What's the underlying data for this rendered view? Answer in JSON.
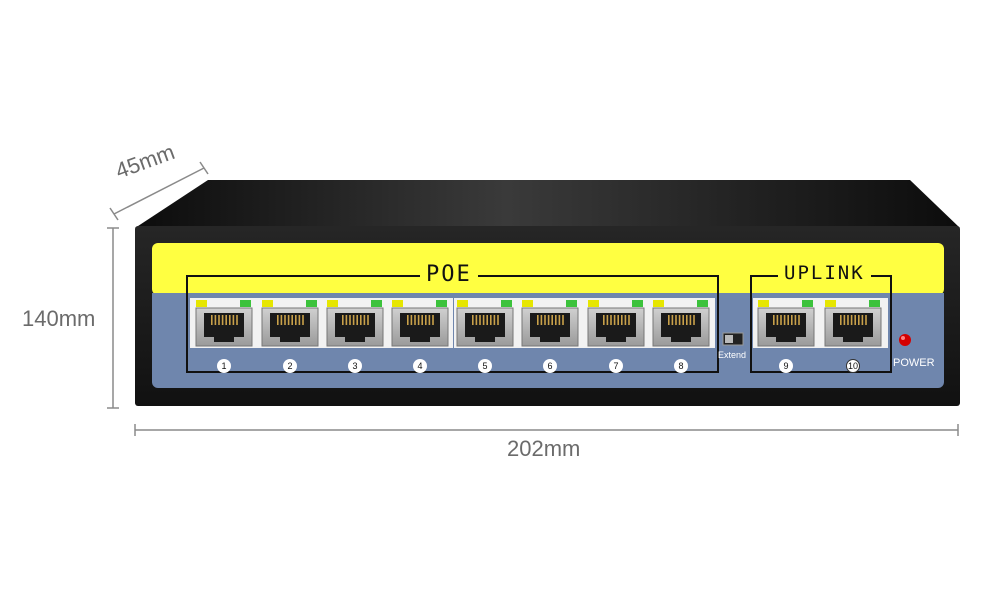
{
  "dimensions": {
    "depth": "45mm",
    "height": "140mm",
    "width": "202mm"
  },
  "panel": {
    "poe_label": "POE",
    "uplink_label": "UPLINK",
    "extend_label": "Extend",
    "power_label": "POWER",
    "poe_ports": [
      "1",
      "2",
      "3",
      "4",
      "5",
      "6",
      "7",
      "8"
    ],
    "uplink_ports": [
      "9",
      "10"
    ]
  },
  "colors": {
    "body": "#1a1a1a",
    "panel_yellow": "#ffff41",
    "panel_blue": "#6f86ad",
    "led_yellow": "#e6e600",
    "led_green": "#3cc23c",
    "power_led": "#d40000"
  }
}
